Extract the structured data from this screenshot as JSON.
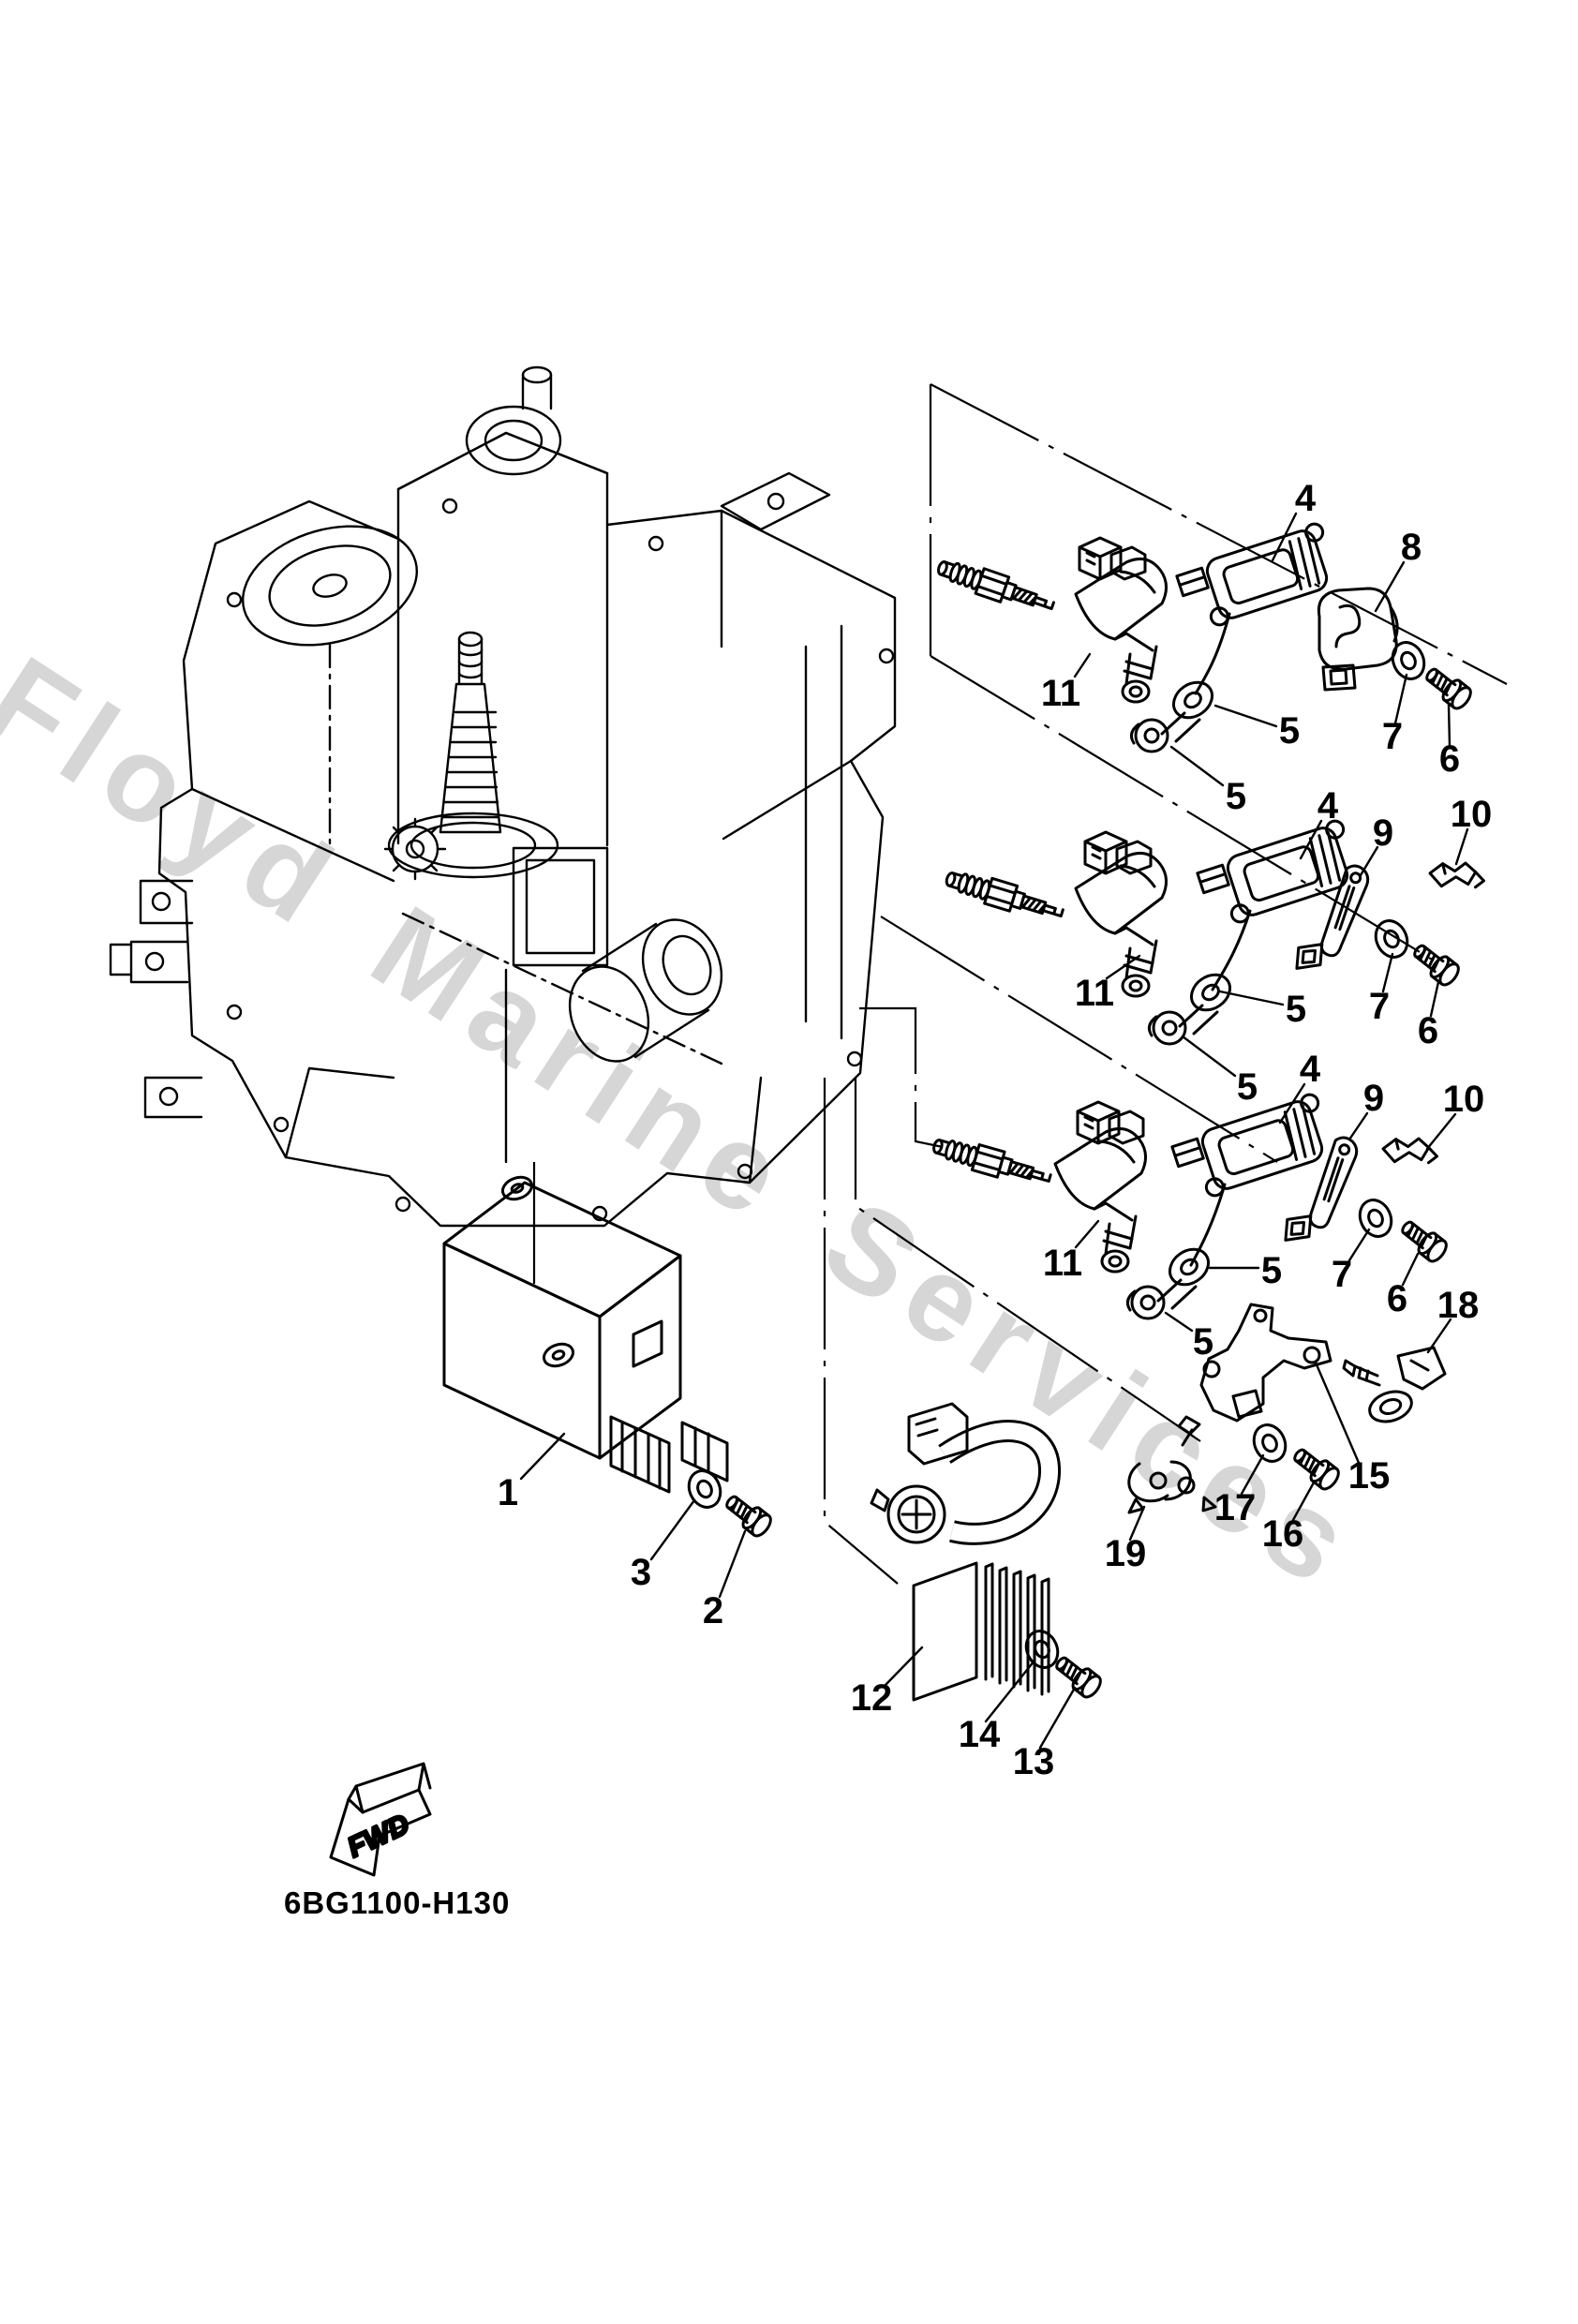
{
  "figure": {
    "watermark_text": "Floyd Marine Services",
    "drawing_code": "6BG1100-H130",
    "fwd_label": "FWD",
    "background_color": "#ffffff",
    "line_color": "#000000",
    "watermark_color": "rgba(0,0,0,0.16)",
    "description": "Yamaha outboard electrical parts exploded diagram with numbered callouts"
  },
  "callouts": {
    "1": "1",
    "2": "2",
    "3": "3",
    "4": "4",
    "5": "5",
    "6": "6",
    "7": "7",
    "8": "8",
    "9": "9",
    "10": "10",
    "11": "11",
    "12": "12",
    "13": "13",
    "14": "14",
    "15": "15",
    "16": "16",
    "17": "17",
    "18": "18",
    "19": "19"
  }
}
